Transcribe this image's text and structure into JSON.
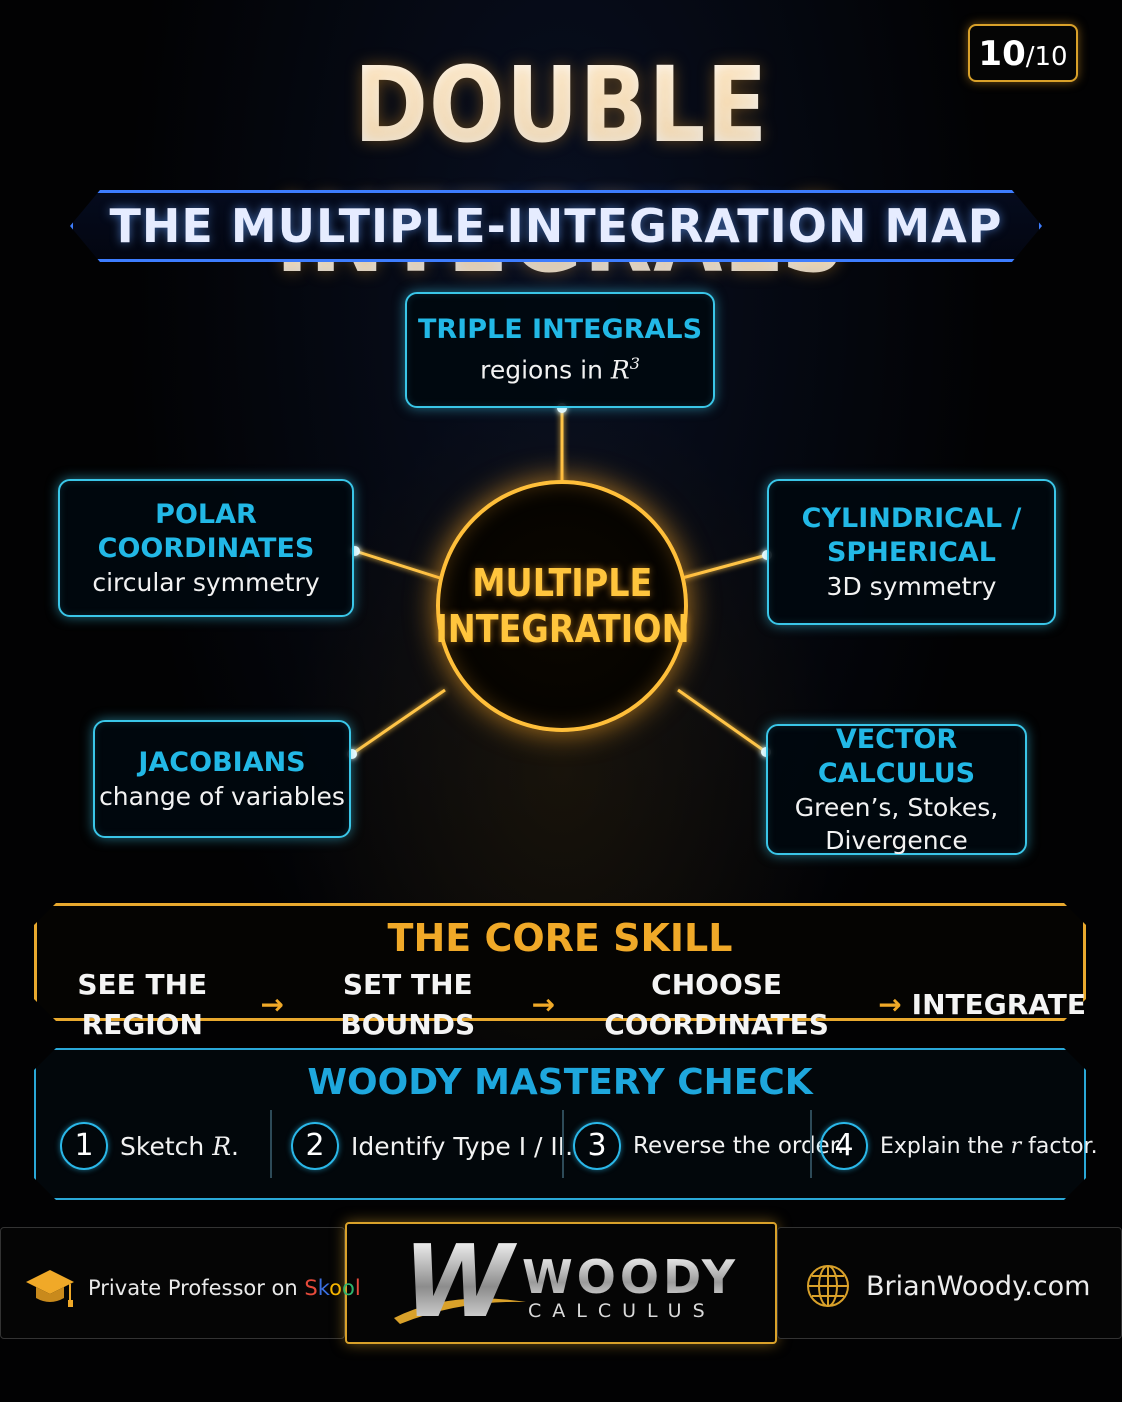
{
  "header": {
    "title": "DOUBLE INTEGRALS",
    "page_badge": {
      "current": "10",
      "separator": "/",
      "total": "10"
    },
    "subtitle": "THE MULTIPLE-INTEGRATION MAP"
  },
  "map": {
    "center": {
      "line1": "MULTIPLE",
      "line2": "INTEGRATION"
    },
    "nodes": {
      "triple": {
        "title": "TRIPLE INTEGRALS",
        "sub_prefix": "regions in ",
        "sub_math": "R",
        "sub_sup": "3"
      },
      "polar": {
        "title": "POLAR COORDINATES",
        "sub": "circular symmetry"
      },
      "cylindrical": {
        "title_line1": "CYLINDRICAL /",
        "title_line2": "SPHERICAL",
        "sub": "3D symmetry"
      },
      "jacobians": {
        "title": "JACOBIANS",
        "sub": "change of variables"
      },
      "vector": {
        "title": "VECTOR CALCULUS",
        "sub_line1": "Green’s, Stokes,",
        "sub_line2": "Divergence"
      }
    }
  },
  "core_skill": {
    "title": "THE CORE SKILL",
    "steps": [
      "SEE THE REGION",
      "SET THE BOUNDS",
      "CHOOSE COORDINATES",
      "INTEGRATE"
    ],
    "arrow": "→"
  },
  "mastery": {
    "title": "WOODY MASTERY CHECK",
    "items": [
      {
        "num": "1",
        "text_pre": "Sketch ",
        "math": "R",
        "text_post": "."
      },
      {
        "num": "2",
        "text_pre": "Identify Type I / II.",
        "math": "",
        "text_post": ""
      },
      {
        "num": "3",
        "text_pre": "Reverse the order.",
        "math": "",
        "text_post": ""
      },
      {
        "num": "4",
        "text_pre": "Explain the ",
        "math": "r",
        "text_post": " factor."
      }
    ]
  },
  "footer": {
    "left_prefix": "Private Professor on ",
    "skool": [
      "S",
      "k",
      "o",
      "o",
      "l"
    ],
    "logo_letter": "W",
    "logo_word": "WOODY",
    "logo_sub": "CALCULUS",
    "website": "BrianWoody.com"
  },
  "colors": {
    "accent_gold": "#f0a928",
    "accent_cyan": "#22b8e6",
    "accent_blue": "#3d7dff",
    "background": "#020203"
  }
}
